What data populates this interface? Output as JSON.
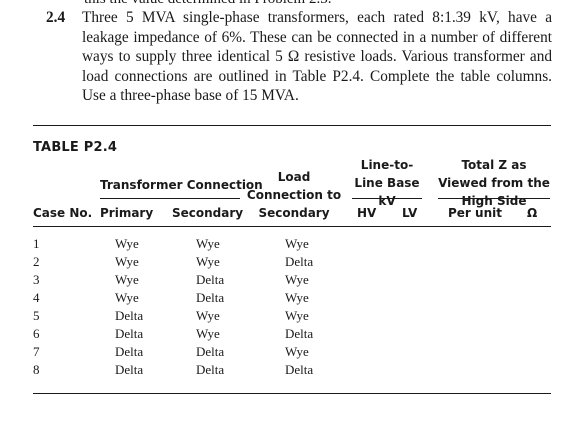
{
  "problem": {
    "cut_line": "this the value determined in Problem 2.3.",
    "number": "2.4",
    "text": "Three 5 MVA single-phase transformers, each rated 8:1.39 kV, have a leakage impedance of 6%. These can be connected in a number of different ways to supply three identical 5 Ω resistive loads. Various transformer and load connections are outlined in Table P2.4. Complete the table columns. Use a three-phase base of 15 MVA."
  },
  "table": {
    "title": "TABLE P2.4",
    "headers": {
      "transformer_connection": "Transformer Connection",
      "load_connection": "Load Connection to Secondary",
      "line_to_line": "Line-to-Line Base kV",
      "total_z": "Total Z as Viewed from the High Side",
      "case_no": "Case No.",
      "primary": "Primary",
      "secondary": "Secondary",
      "hv": "HV",
      "lv": "LV",
      "per_unit": "Per unit",
      "ohm": "Ω"
    },
    "rows": [
      {
        "case": "1",
        "primary": "Wye",
        "secondary": "Wye",
        "load": "Wye"
      },
      {
        "case": "2",
        "primary": "Wye",
        "secondary": "Wye",
        "load": "Delta"
      },
      {
        "case": "3",
        "primary": "Wye",
        "secondary": "Delta",
        "load": "Wye"
      },
      {
        "case": "4",
        "primary": "Wye",
        "secondary": "Delta",
        "load": "Wye"
      },
      {
        "case": "5",
        "primary": "Delta",
        "secondary": "Wye",
        "load": "Wye"
      },
      {
        "case": "6",
        "primary": "Delta",
        "secondary": "Wye",
        "load": "Delta"
      },
      {
        "case": "7",
        "primary": "Delta",
        "secondary": "Delta",
        "load": "Wye"
      },
      {
        "case": "8",
        "primary": "Delta",
        "secondary": "Delta",
        "load": "Delta"
      }
    ]
  }
}
